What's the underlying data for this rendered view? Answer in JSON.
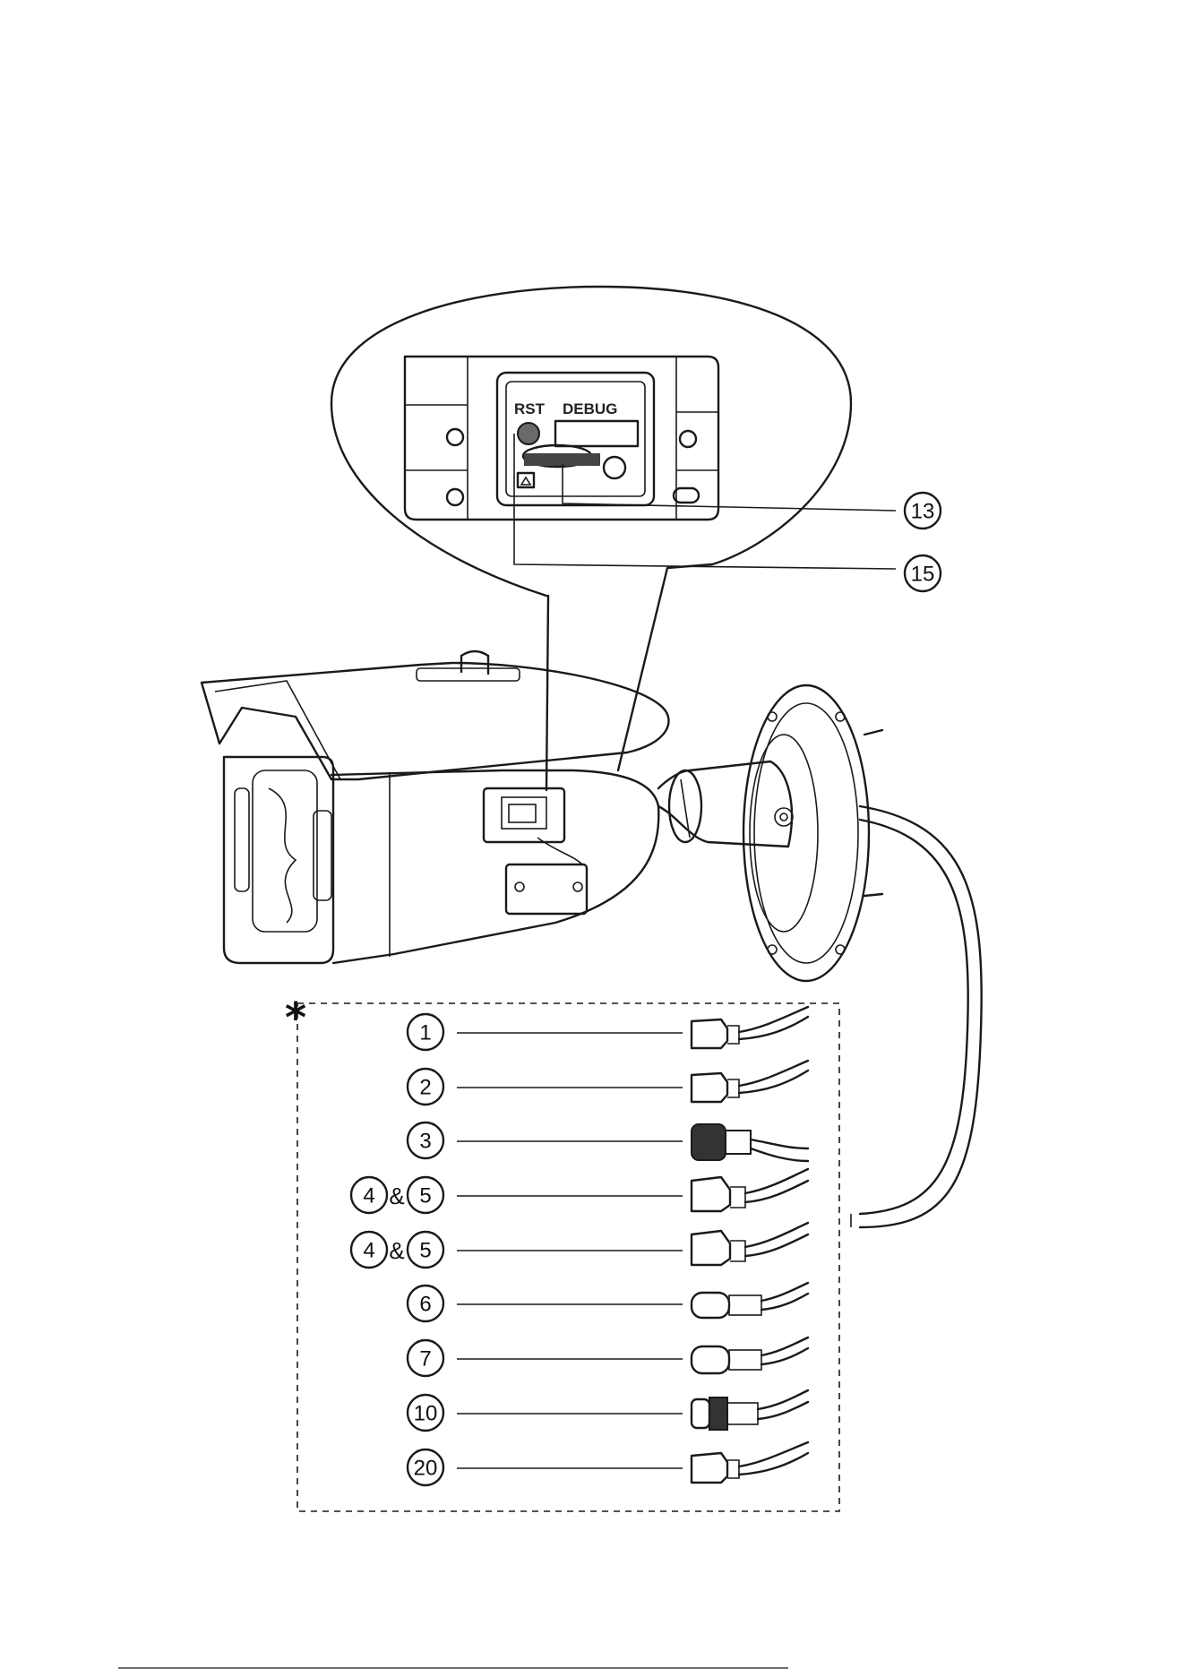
{
  "panel": {
    "rst_label": "RST",
    "debug_label": "DEBUG"
  },
  "detail_callouts": [
    {
      "id": "13",
      "label": "13"
    },
    {
      "id": "15",
      "label": "15"
    }
  ],
  "cable_marker": "*",
  "cables": [
    {
      "labels": [
        "1"
      ],
      "connector": "rj45-plug-small"
    },
    {
      "labels": [
        "2"
      ],
      "connector": "rj45-plug-small"
    },
    {
      "labels": [
        "3"
      ],
      "connector": "threaded-waterproof-plug"
    },
    {
      "labels": [
        "4",
        "5"
      ],
      "joiner": "&",
      "connector": "rj45-plug-large"
    },
    {
      "labels": [
        "4",
        "5"
      ],
      "joiner": "&",
      "connector": "rj45-plug-large"
    },
    {
      "labels": [
        "6"
      ],
      "connector": "dc-barrel-jack"
    },
    {
      "labels": [
        "7"
      ],
      "connector": "dc-barrel-jack"
    },
    {
      "labels": [
        "10"
      ],
      "connector": "bnc-connector"
    },
    {
      "labels": [
        "20"
      ],
      "connector": "rj45-plug-small"
    }
  ]
}
